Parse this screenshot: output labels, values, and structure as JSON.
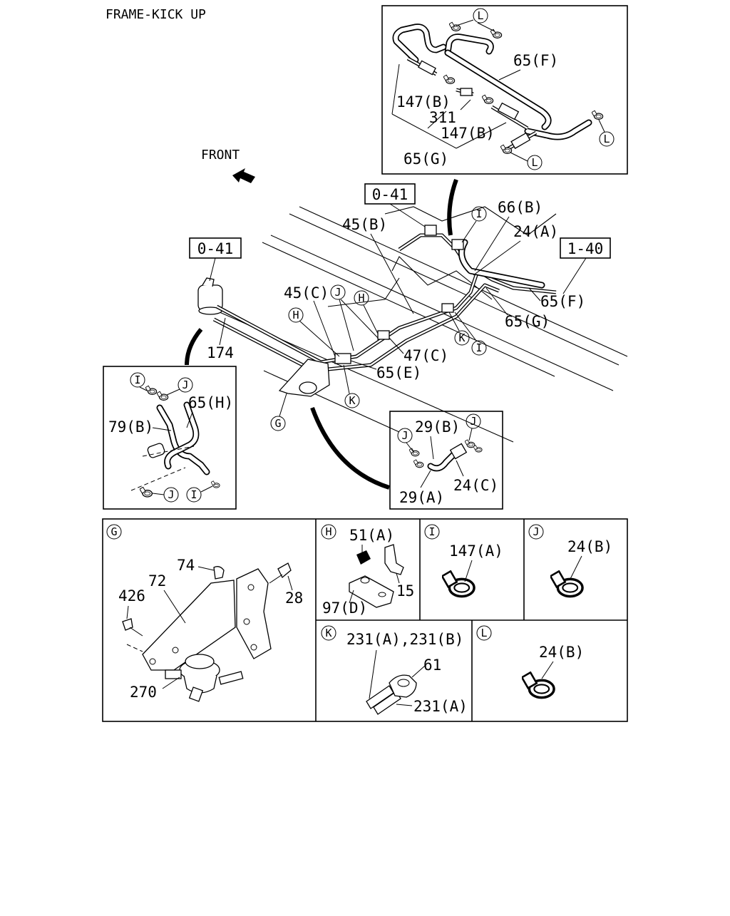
{
  "title": "FRAME-KICK UP",
  "front_label": "FRONT",
  "refs": {
    "ref_041_left": "0-41",
    "ref_041_top": "0-41",
    "ref_140": "1-40"
  },
  "main_labels": {
    "l174": "174",
    "l45b": "45(B)",
    "l45c": "45(C)",
    "l47c": "47(C)",
    "l65e": "65(E)",
    "l65f": "65(F)",
    "l65g": "65(G)",
    "l66b": "66(B)",
    "l24a": "24(A)"
  },
  "inset_top": {
    "l65f": "65(F)",
    "l147b_1": "147(B)",
    "l311": "311",
    "l147b_2": "147(B)",
    "l65g": "65(G)"
  },
  "inset_left": {
    "l65h": "65(H)",
    "l79b": "79(B)"
  },
  "inset_right": {
    "l29b": "29(B)",
    "l29a": "29(A)",
    "l24c": "24(C)"
  },
  "panel_g": {
    "l74": "74",
    "l72": "72",
    "l426": "426",
    "l28": "28",
    "l270": "270"
  },
  "panel_h": {
    "l51a": "51(A)",
    "l97d": "97(D)",
    "l15": "15"
  },
  "panel_i": {
    "l147a": "147(A)"
  },
  "panel_j": {
    "l24b": "24(B)"
  },
  "panel_k": {
    "l231": "231(A),231(B)",
    "l61": "61",
    "l231a": "231(A)"
  },
  "panel_l": {
    "l24b": "24(B)"
  },
  "callouts": {
    "G": "G",
    "H": "H",
    "I": "I",
    "J": "J",
    "K": "K",
    "L": "L"
  }
}
